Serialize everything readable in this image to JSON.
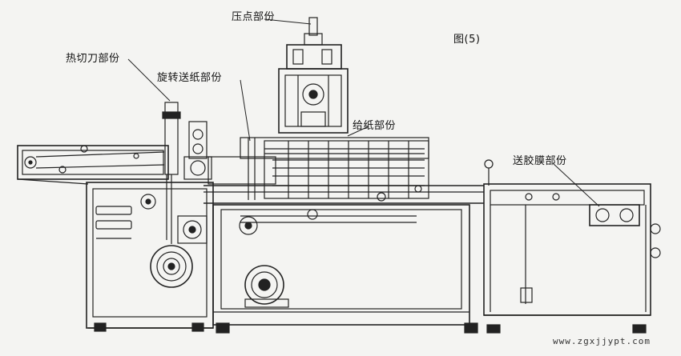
{
  "figure": {
    "caption": "图(5)"
  },
  "labels": {
    "press_point": "压点部份",
    "hot_cutter": "热切刀部份",
    "rotary_paper_feed": "旋转送纸部份",
    "paper_supply": "给纸部份",
    "tape_feed": "送胶膜部份"
  },
  "watermark": "www.zgxjjypt.com",
  "colors": {
    "line": "#222222",
    "background": "#f4f4f2"
  }
}
